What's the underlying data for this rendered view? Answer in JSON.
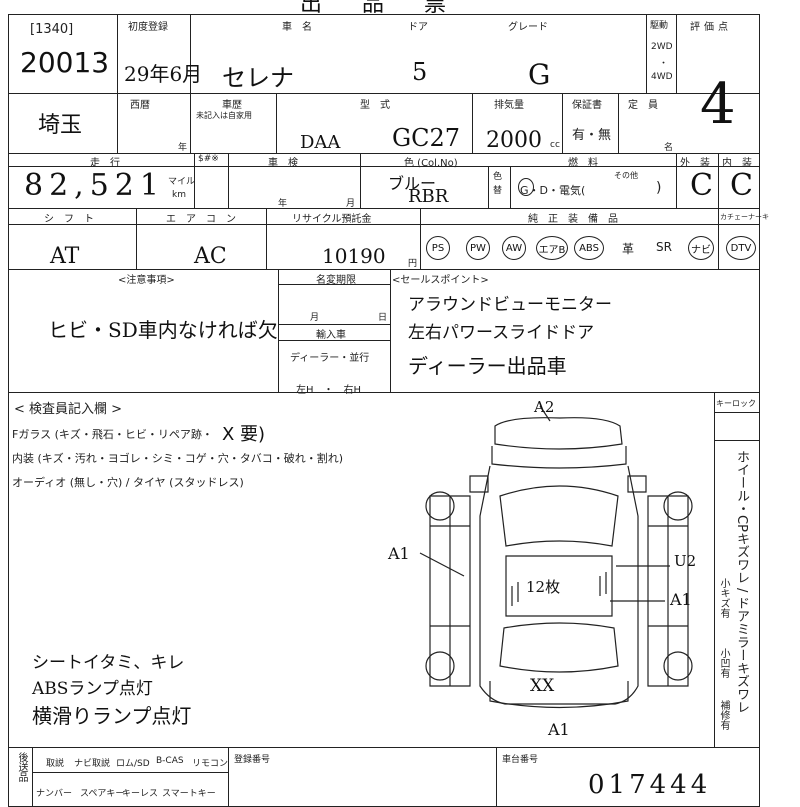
{
  "header": {
    "lot_code": "[1340]",
    "lot_number": "20013",
    "prefecture": "埼玉",
    "labels": {
      "first_reg": "初度登録",
      "car_name": "車　名",
      "doors": "ドア",
      "grade": "グレード",
      "drive": "駆動",
      "drive_2wd": "2WD",
      "drive_4wd": "4WD",
      "score": "評価点",
      "era": "西暦",
      "year_suffix": "年",
      "month_suffix": "月",
      "history": "車歴",
      "history_note": "未記入は自家用",
      "model": "型　式",
      "displacement": "排気量",
      "cc": "cc",
      "warranty": "保証書",
      "capacity": "定　員",
      "person": "名"
    },
    "first_reg_value": "29年6月",
    "car_name_value": "セレナ",
    "doors_value": "5",
    "grade_value": "G",
    "score_value": "4",
    "model_prefix": "DAA",
    "model_value": "GC27",
    "displacement_value": "2000",
    "warranty_value": "有・無"
  },
  "row3": {
    "labels": {
      "mileage": "走　行",
      "unit_mile": "マイル",
      "unit_km": "km",
      "meter": "$#※",
      "inspection": "車　検",
      "year": "年",
      "month": "月",
      "color": "色 (Col.No)",
      "color_change": "色替",
      "fuel": "燃　料",
      "fuel_options": "G・D・電気(",
      "fuel_other": "その他",
      "exterior": "外　装",
      "interior": "内　装"
    },
    "mileage_value": "82,521",
    "color_value": "ブルー",
    "color_code": "RBR",
    "exterior_value": "C",
    "interior_value": "C"
  },
  "row4": {
    "labels": {
      "shift": "シ　フ　ト",
      "aircon": "エ　ア　コ　ン",
      "recycle": "リサイクル預託金",
      "yen": "円",
      "equipment": "純　正　装　備　品",
      "key_type": "カチェーナーキ"
    },
    "shift_value": "AT",
    "aircon_value": "AC",
    "recycle_value": "10190",
    "equipment_items": [
      "PS",
      "PW",
      "AW",
      "エアB",
      "ABS",
      "革",
      "SR",
      "ナビ",
      "DTV"
    ]
  },
  "row5": {
    "labels": {
      "caution": "<注意事項>",
      "name_change": "名変期限",
      "month": "月",
      "day": "日",
      "import": "輸入車",
      "dealer": "ディーラー・並行",
      "steering": "左H　・　右H",
      "sales_point": "<セールスポイント>"
    },
    "caution_text": "ヒビ・SD車内なければ欠",
    "sales_points": [
      "アラウンドビューモニター",
      "左右パワースライドドア",
      "ディーラー出品車"
    ]
  },
  "inspector": {
    "title": "< 検査員記入欄 >",
    "lines": [
      "Fガラス (キズ・飛石・ヒビ・リペア跡・",
      "内装 (キズ・汚れ・ヨゴレ・シミ・コゲ・穴・タバコ・破れ・割れ)",
      "オーディオ (無し・穴) / タイヤ (スタッドレス)"
    ],
    "fglass_note": "X 要)",
    "notes": [
      "シートイタミ、キレ",
      "ABSランプ点灯",
      "横滑りランプ点灯"
    ],
    "keylock": "キーロック",
    "side_vertical": "ホイール・CPキズワレ / ドアミラーキズワレ",
    "side_small_1": "小キズ有",
    "side_small_2": "小凹有",
    "side_small_3": "補修有",
    "marks": {
      "a2_top": "A2",
      "a1_left": "A1",
      "u2": "U2",
      "a1_right": "A1",
      "twelve": "12枚",
      "xx": "XX",
      "a1_bottom": "A1"
    }
  },
  "footer": {
    "shipping": "後送品",
    "items_row1": [
      "取説",
      "ナビ取説",
      "ロム/SD",
      "B-CAS",
      "リモコン"
    ],
    "items_row2": [
      "ナンバー",
      "スペアキー",
      "キーレス",
      "スマートキー"
    ],
    "reg_number": "登録番号",
    "chassis_number": "車台番号",
    "chassis_value": "017444"
  },
  "top_title": "出品票"
}
